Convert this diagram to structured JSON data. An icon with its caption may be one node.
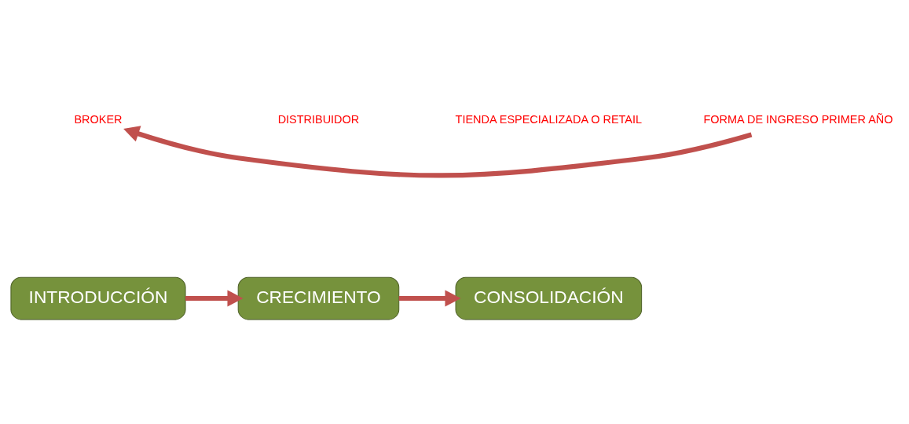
{
  "diagram": {
    "nodes": [
      {
        "text": [
          "INTRODUCCIÓN"
        ]
      },
      {
        "text": [
          "CRECIMIENTO"
        ]
      },
      {
        "text": [
          "CONSOLIDACIÓN"
        ]
      },
      {
        "text": [
          "BROKER"
        ]
      },
      {
        "text": [
          "DISTRIBUIDOR"
        ]
      },
      {
        "text": [
          "TIENDA ESPECIALIZADA O RETAIL"
        ]
      },
      {
        "text": [
          "FORMA DE INGRESO PRIMER AÑO"
        ]
      }
    ],
    "edges": [
      {
        "from": 0,
        "to": 1,
        "arrow": "to"
      },
      {
        "from": 1,
        "to": 2,
        "arrow": "to"
      },
      {
        "from": 6,
        "to": 3,
        "arrow": "to"
      }
    ]
  }
}
